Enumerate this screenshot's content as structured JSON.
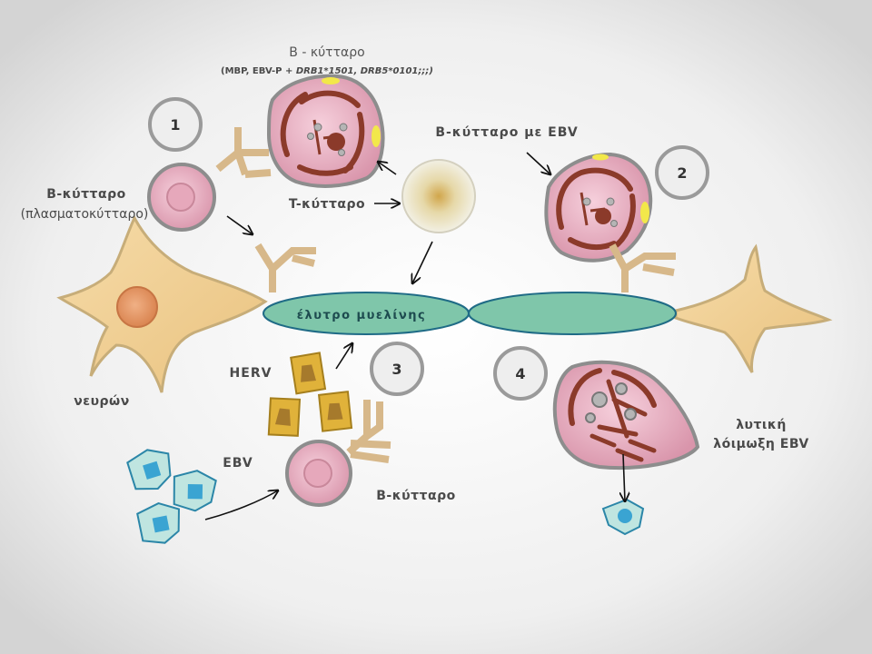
{
  "labels": {
    "top_bcell_title": "B - κύτταρο",
    "top_bcell_sub_plain": "(MBP, EBV-P  + ",
    "top_bcell_sub_italic": "DRB1*1501, DRB5*0101;;;)",
    "bcell_ebv": "B-κύτταρο με EBV",
    "bcell_left_1": "B-κύτταρο",
    "bcell_left_2": "(πλασματοκύτταρο)",
    "tcell": "T-κύτταρο",
    "myelin": "έλυτρο μυελίνης",
    "herv": "HERV",
    "neuron": "νευρών",
    "ebv": "EBV",
    "bcell_bottom": "B-κύτταρο",
    "lytic_1": "λυτική",
    "lytic_2": "λόιμωξη EBV"
  },
  "markers": [
    "1",
    "2",
    "3",
    "4"
  ],
  "colors": {
    "background_center": "#ffffff",
    "background_edge": "#d9d9d9",
    "neuron": "#f2d29a",
    "neuron_outline": "#c9b07a",
    "nucleus_orange": "#e39a64",
    "myelin": "#7dc4a8",
    "myelin_outline": "#1f6b86",
    "cell_pink": "#e9aec1",
    "cell_outline": "#8d8d8d",
    "er_brown": "#8b3a2a",
    "antibody": "#d7b88a",
    "herv_yellow": "#e0b23a",
    "ebv_blue": "#4fb3d6",
    "marker_fill": "#eeeeee",
    "marker_stroke": "#999999"
  }
}
